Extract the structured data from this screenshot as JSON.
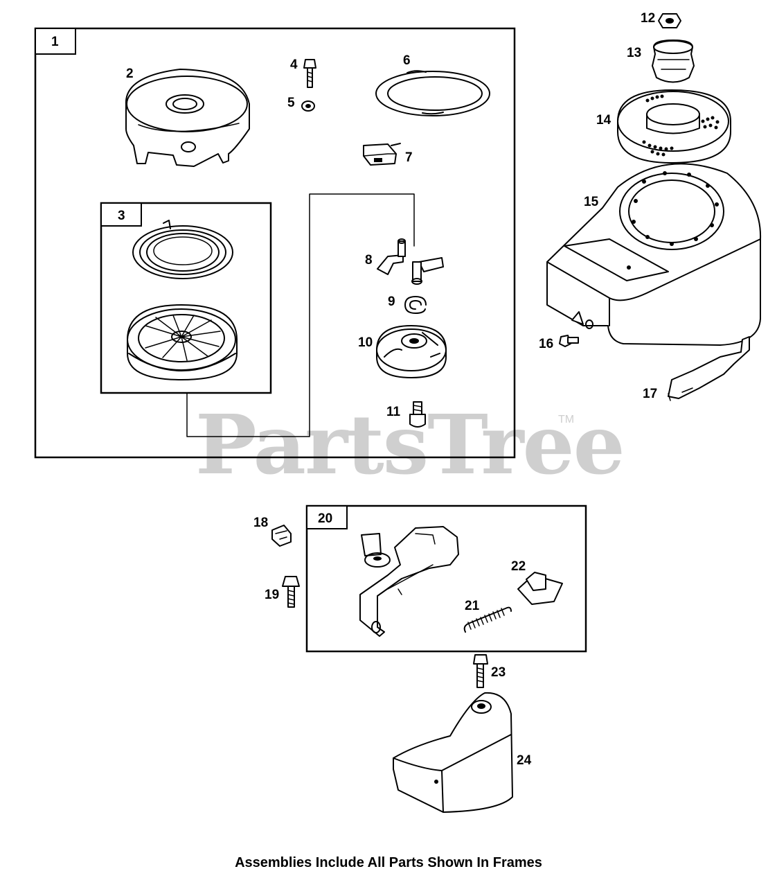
{
  "watermark": {
    "text": "PartsTree",
    "trademark": "TM"
  },
  "frames": {
    "frame_1": "1",
    "frame_3": "3",
    "frame_20": "20"
  },
  "callouts": {
    "p2": "2",
    "p4": "4",
    "p5": "5",
    "p6": "6",
    "p7": "7",
    "p8": "8",
    "p9": "9",
    "p10": "10",
    "p11": "11",
    "p12": "12",
    "p13": "13",
    "p14": "14",
    "p15": "15",
    "p16": "16",
    "p17": "17",
    "p18": "18",
    "p19": "19",
    "p21": "21",
    "p22": "22",
    "p23": "23",
    "p24": "24"
  },
  "footer": "Assemblies Include All Parts Shown In Frames"
}
